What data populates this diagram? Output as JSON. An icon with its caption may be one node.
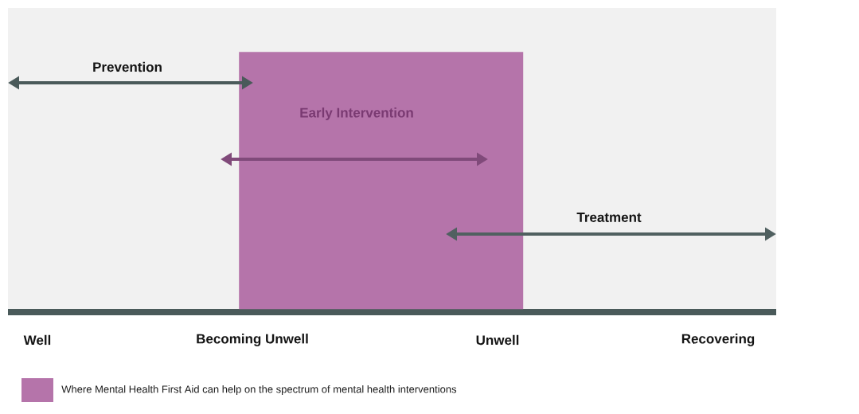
{
  "diagram": {
    "nodes": [
      {
        "text": [
          "Early Intervention"
        ]
      }
    ],
    "labels": [
      "Prevention",
      "Treatment",
      "Well",
      "Becoming Unwell",
      "Unwell",
      "Recovering"
    ],
    "legend": [
      {
        "text": "Where Mental Health First Aid can help on the spectrum of mental health interventions",
        "color": "#b574aa"
      }
    ]
  }
}
